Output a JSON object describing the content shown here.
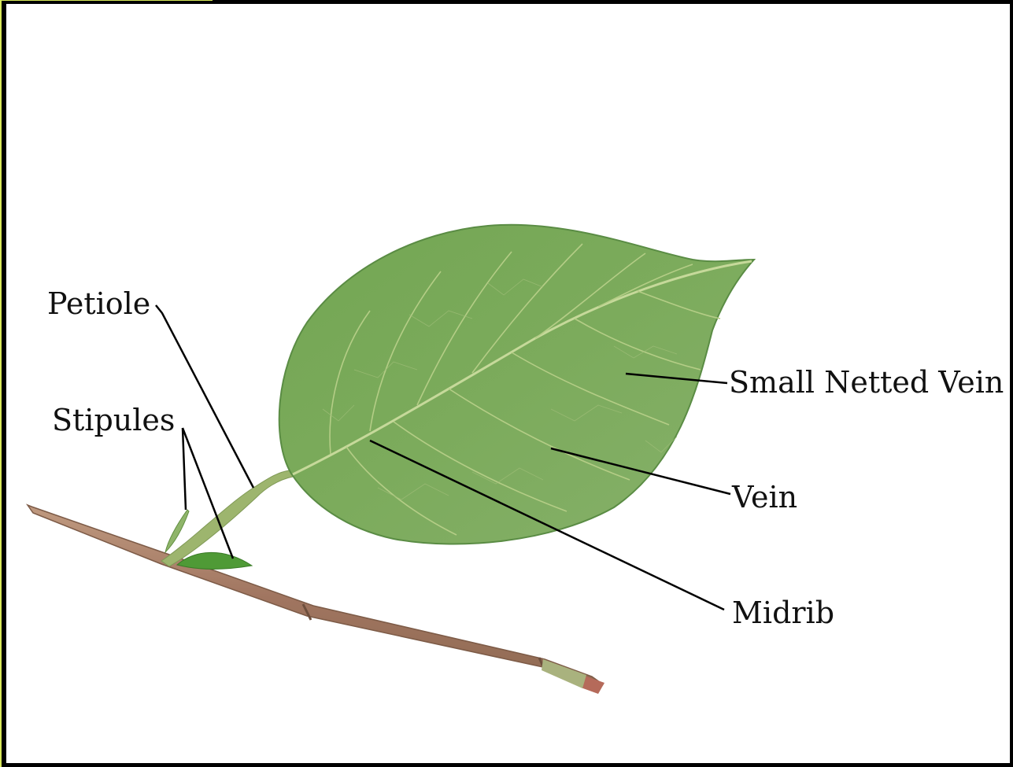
{
  "labels": {
    "petiole": "Petiole",
    "stipules": "Stipules",
    "small_netted_vein": "Small Netted Vein",
    "vein": "Vein",
    "midrib": "Midrib"
  },
  "colors": {
    "leaf": "#79a85a",
    "leaf_dark": "#5f9147",
    "vein": "#c3d793",
    "stem": "#a8806a",
    "frame": "#000000"
  }
}
